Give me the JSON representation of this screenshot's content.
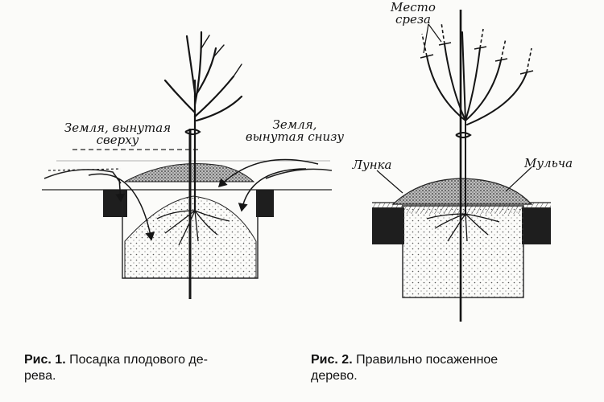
{
  "fig1": {
    "label_top": "Земля, вынутая сверху",
    "label_bottom": "Земля, вынутая снизу",
    "caption_num": "Рис. 1.",
    "caption_line1": " Посадка плодового де-",
    "caption_line2": "рева."
  },
  "fig2": {
    "label_cut": "Место среза",
    "label_hole": "Лунка",
    "label_mulch": "Мульча",
    "caption_num": "Рис. 2.",
    "caption_line1": " Правильно посаженное",
    "caption_line2": "дерево."
  },
  "colors": {
    "ink": "#151515",
    "paper": "#fbfbf9",
    "soil_dark": "#2a2a2a"
  }
}
